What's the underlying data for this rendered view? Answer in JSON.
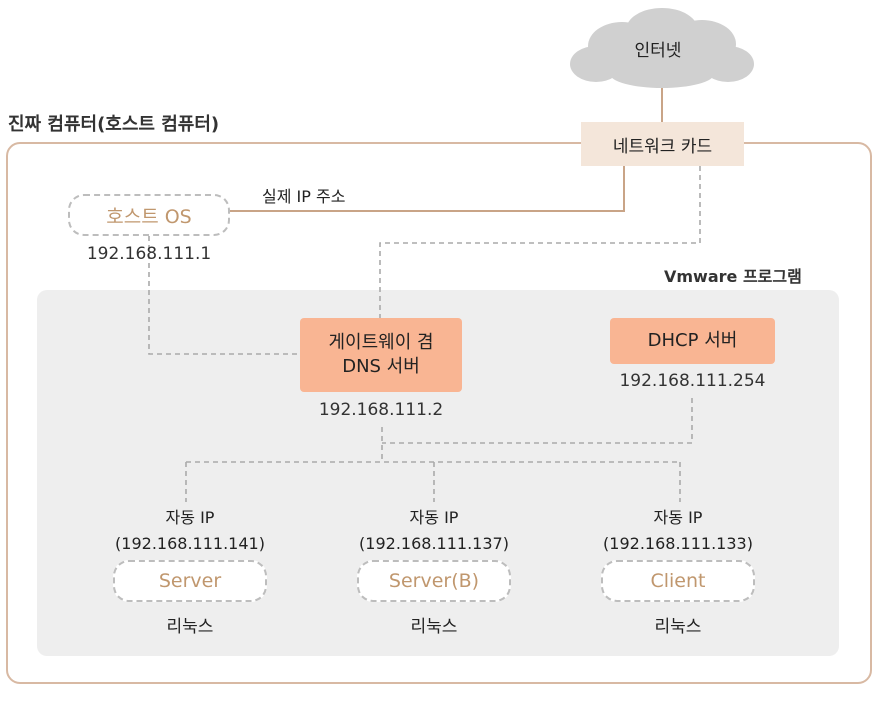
{
  "host_computer": {
    "title": "진짜 컴퓨터(호스트 컴퓨터)"
  },
  "internet": {
    "label": "인터넷"
  },
  "network_card": {
    "label": "네트워크 카드"
  },
  "real_ip": {
    "label": "실제 IP 주소"
  },
  "host_os": {
    "label": "호스트 OS",
    "ip": "192.168.111.1"
  },
  "vmware": {
    "title": "Vmware 프로그램",
    "gateway": {
      "line1": "게이트웨이 겸",
      "line2": "DNS 서버",
      "ip": "192.168.111.2"
    },
    "dhcp": {
      "label": "DHCP 서버",
      "ip": "192.168.111.254"
    },
    "machines": [
      {
        "auto_label": "자동 IP",
        "ip": "(192.168.111.141)",
        "name": "Server",
        "os": "리눅스"
      },
      {
        "auto_label": "자동 IP",
        "ip": "(192.168.111.137)",
        "name": "Server(B)",
        "os": "리눅스"
      },
      {
        "auto_label": "자동 IP",
        "ip": "(192.168.111.133)",
        "name": "Client",
        "os": "리눅스"
      }
    ]
  },
  "colors": {
    "frame_border": "#d8b9a3",
    "vm_background": "#eeeeee",
    "server_fill": "#f9b593",
    "nic_fill": "#f4e6da",
    "cloud_fill": "#d0d0d0",
    "link_line": "#c9a487",
    "dashed_line": "#aaaaaa",
    "vm_text": "#c0976e"
  }
}
